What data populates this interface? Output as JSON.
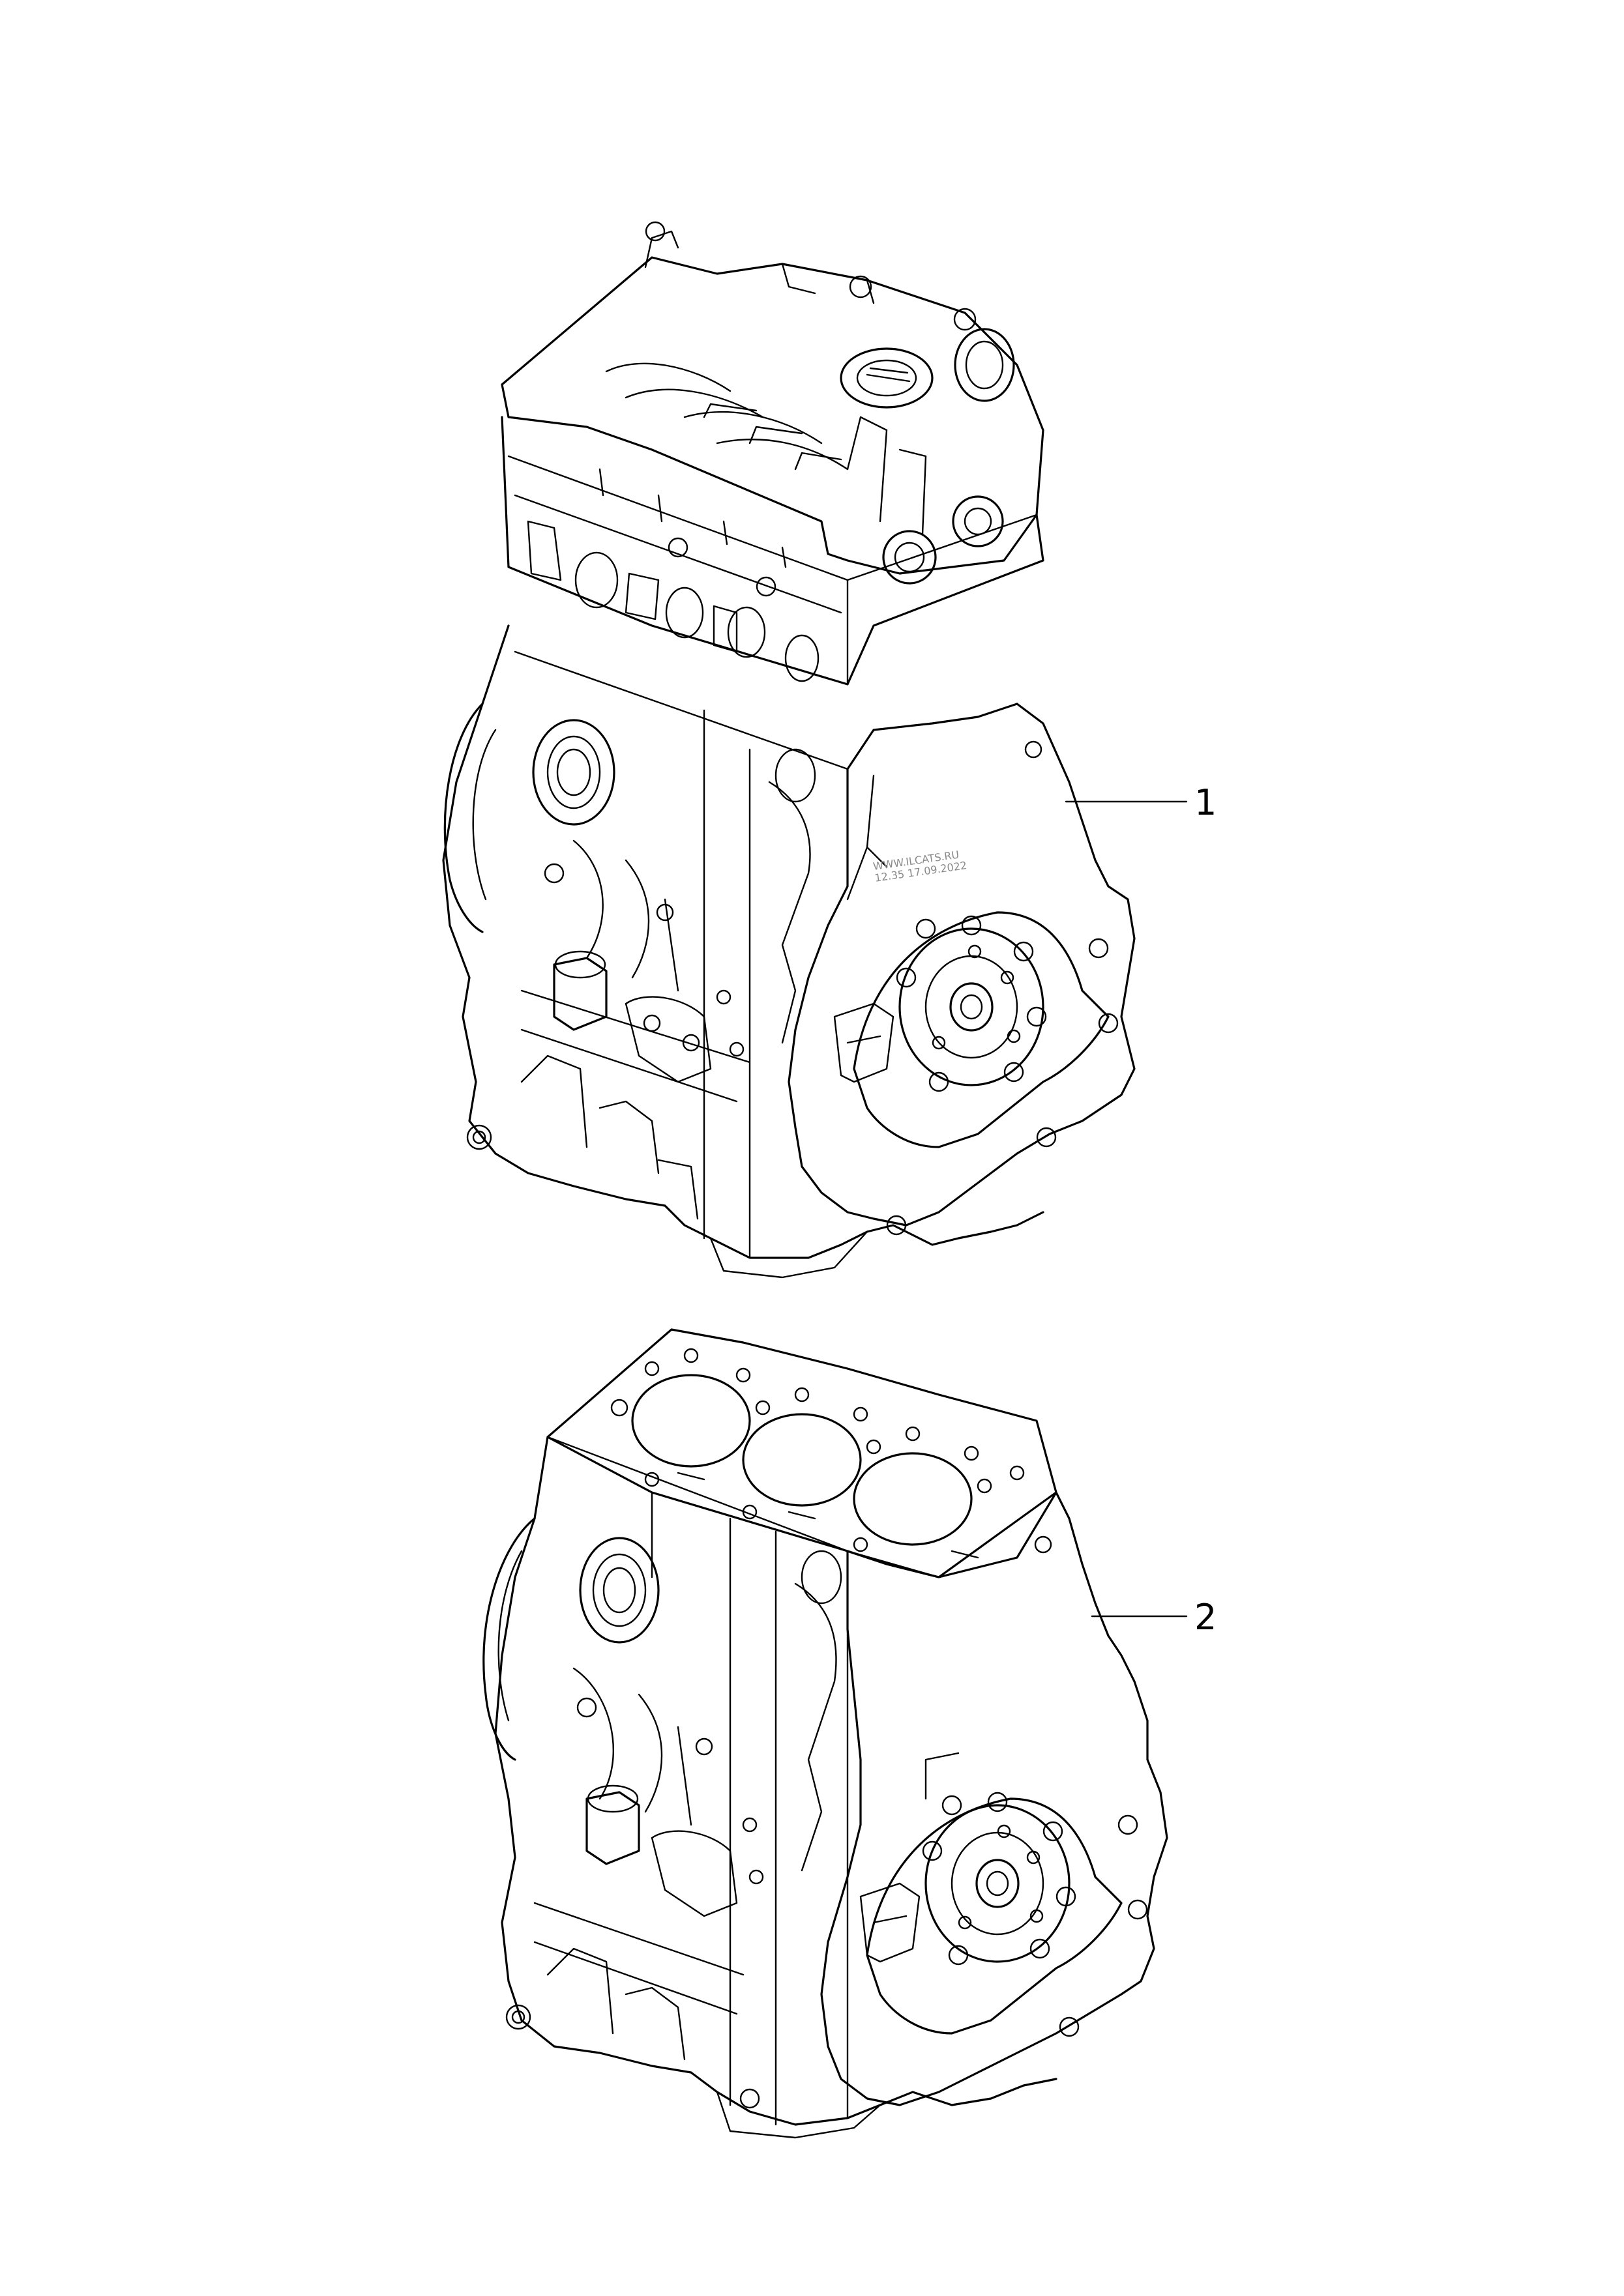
{
  "callouts": [
    {
      "id": "1",
      "label": "1"
    },
    {
      "id": "2",
      "label": "2"
    }
  ],
  "watermark": {
    "line1": "WWW.ILCATS.RU",
    "line2": "12.35 17.09.2022",
    "color": "#8a8a8a"
  },
  "colors": {
    "background": "#ffffff",
    "line": "#000000"
  }
}
